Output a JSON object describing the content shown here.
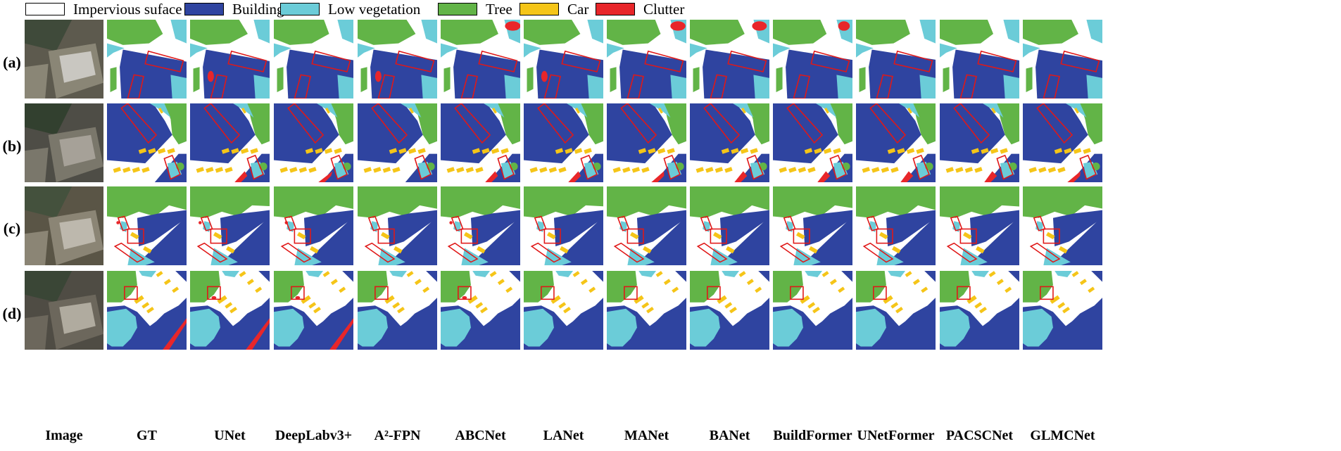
{
  "legend": {
    "items": [
      {
        "label": "Impervious suface",
        "color": "#ffffff"
      },
      {
        "label": "Building",
        "color": "#2f44a0"
      },
      {
        "label": "Low vegetation",
        "color": "#6bccd8"
      },
      {
        "label": "Tree",
        "color": "#62b447"
      },
      {
        "label": "Car",
        "color": "#f5c518"
      },
      {
        "label": "Clutter",
        "color": "#e8262a"
      }
    ]
  },
  "rows": [
    "(a)",
    "(b)",
    "(c)",
    "(d)"
  ],
  "columns": [
    "Image",
    "GT",
    "UNet",
    "DeepLabv3+",
    "A²-FPN",
    "ABCNet",
    "LANet",
    "MANet",
    "BANet",
    "BuildFormer",
    "UNetFormer",
    "PACSCNet",
    "GLMCNet"
  ]
}
